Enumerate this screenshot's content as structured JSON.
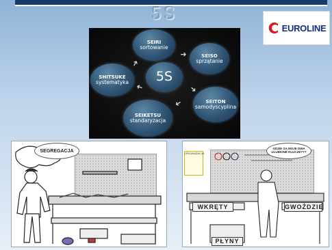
{
  "header": {
    "title": "5S"
  },
  "logo": {
    "text": "EUROLINE",
    "brand_color": "#172b7a",
    "accent_color": "#d8161b"
  },
  "diagram": {
    "center": "5S",
    "items": [
      {
        "head": "SEIRI",
        "sub": "sortowanie"
      },
      {
        "head": "SEISO",
        "sub": "sprzątanie"
      },
      {
        "head": "SEITON",
        "sub": "samodyscyplina"
      },
      {
        "head": "SEIKETSU",
        "sub": "standaryzacja"
      },
      {
        "head": "SHITSUKE",
        "sub": "systematyka"
      }
    ]
  },
  "left_image": {
    "speech": "SEGREGACJA"
  },
  "right_image": {
    "speech": "GDZIE SĄ MOJE DWA ULUBIONE KLUCZE???",
    "shadow_board_label": "ORGANIZACJA",
    "drawer_label": "WKRĘTY",
    "bin_label": "GWOŹDZIE",
    "shelf_label": "PŁYNY"
  },
  "colors": {
    "bubble": "#2f5373",
    "background_top": "#8fb3d6",
    "header_bar": "#163a6a"
  }
}
